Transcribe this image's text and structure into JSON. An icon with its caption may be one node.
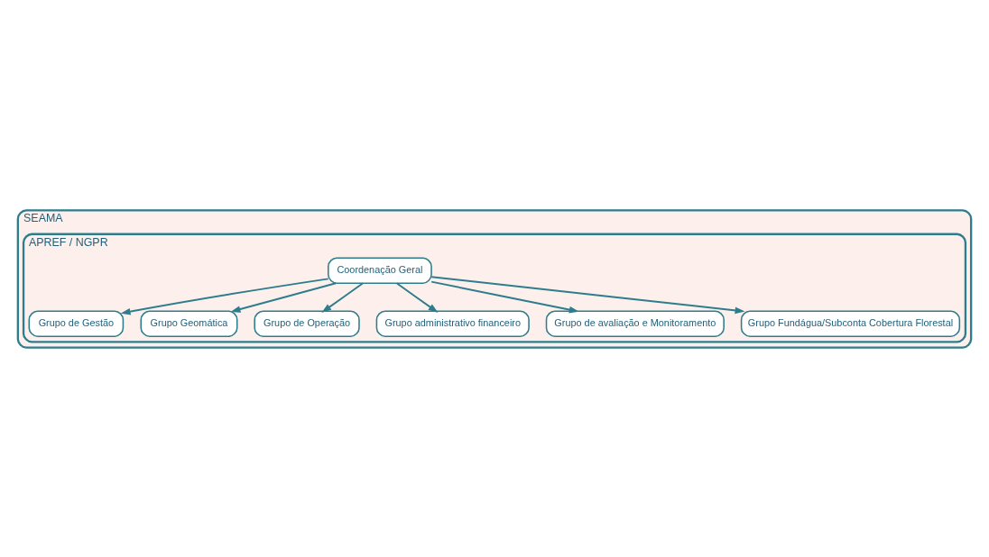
{
  "diagram": {
    "nodes": [
      {
        "text": [
          "SEAMA"
        ]
      },
      {
        "text": [
          "APREF / NGPR"
        ],
        "in": 0
      },
      {
        "text": [
          "Coordenação Geral"
        ],
        "in": 1
      },
      {
        "text": [
          "Grupo de Gestão"
        ],
        "in": 1
      },
      {
        "text": [
          "Grupo Geomática"
        ],
        "in": 1
      },
      {
        "text": [
          "Grupo de Operação"
        ],
        "in": 1
      },
      {
        "text": [
          "Grupo administrativo financeiro"
        ],
        "in": 1
      },
      {
        "text": [
          "Grupo de avaliação e Monitoramento"
        ],
        "in": 1
      },
      {
        "text": [
          "Grupo Fundágua/Subconta Cobertura Florestal"
        ],
        "in": 1
      }
    ],
    "edges": [
      {
        "from": 2,
        "to": 3,
        "arrow": "to"
      },
      {
        "from": 2,
        "to": 4,
        "arrow": "to"
      },
      {
        "from": 2,
        "to": 5,
        "arrow": "to"
      },
      {
        "from": 2,
        "to": 6,
        "arrow": "to"
      },
      {
        "from": 2,
        "to": 7,
        "arrow": "to"
      },
      {
        "from": 2,
        "to": 8,
        "arrow": "to"
      }
    ]
  }
}
